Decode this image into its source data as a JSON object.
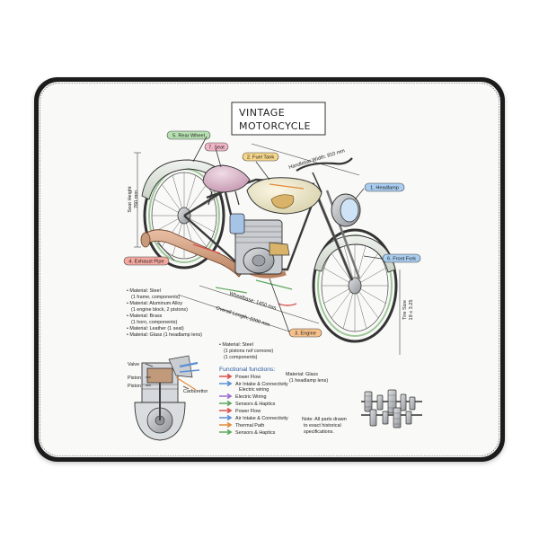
{
  "title": {
    "line1": "VINTAGE",
    "line2": "MOTORCYCLE"
  },
  "callouts": [
    {
      "key": "rear_wheel",
      "label": "5. Rear Wheel",
      "color": "#b7e0b2"
    },
    {
      "key": "seat",
      "label": "7. Seat",
      "color": "#f2b6c6"
    },
    {
      "key": "fuel_tank",
      "label": "2. Fuel Tank",
      "color": "#f6d68a"
    },
    {
      "key": "headlamp",
      "label": "1. Headlamp",
      "color": "#a9cdf0"
    },
    {
      "key": "front_fork",
      "label": "6. Front Fork",
      "color": "#a9cdf0"
    },
    {
      "key": "exhaust_pipe",
      "label": "4. Exhaust Pipe",
      "color": "#f3a8a0"
    },
    {
      "key": "engine",
      "label": "3. Engine",
      "color": "#f6c08a"
    }
  ],
  "dimensions": {
    "seat_height": [
      "Seat Height",
      "760 mm"
    ],
    "handlebar_width": "Handlebar Width: 810 mm",
    "wheelbase": "Wheelbase: 1450 mm",
    "overall_length": "Overall Length: 2200 mm",
    "tire_size": [
      "Tire Size",
      "19 x 3.25"
    ]
  },
  "materials_left": [
    "• Material: Steel",
    "(1 frame, components)",
    "• Material: Aluminum Alloy",
    "(1 engine block, 2 pistons)",
    "• Material: Brass",
    "(1 horn, components)",
    "• Material: Leather (1 seat)",
    "• Material: Glass (1 headlamp lens)"
  ],
  "materials_center": [
    "• Material: Steel",
    "(1 pistons nof cornone)",
    "(1 components)"
  ],
  "materials_glass": [
    "Material: Glass",
    "(1 headlamp lens)"
  ],
  "engine_labels": {
    "valve": "Valve",
    "piston1": "Piston",
    "piston2": "Piston",
    "carburettor": "Carburettor"
  },
  "functional": {
    "heading": "Functional functions:",
    "items": [
      {
        "label": "Power Flow",
        "color": "#d9534f"
      },
      {
        "label": "Air Intake & Connectivity",
        "label2": "Electric wiring",
        "color": "#5b8fd6"
      },
      {
        "label": "Electric Wiring",
        "color": "#9b6fd0"
      },
      {
        "label": "Sensors & Haptics",
        "color": "#5fa85f"
      },
      {
        "label": "Power Flow",
        "color": "#d9534f"
      },
      {
        "label": "Air Intake & Connectivity",
        "color": "#5b8fd6"
      },
      {
        "label": "Thermal Path",
        "color": "#e38a3a"
      },
      {
        "label": "Sensors & Haptics",
        "color": "#5fa85f"
      }
    ]
  },
  "note": [
    "Note: All parts drawn",
    "to exact historical",
    "specifications."
  ]
}
